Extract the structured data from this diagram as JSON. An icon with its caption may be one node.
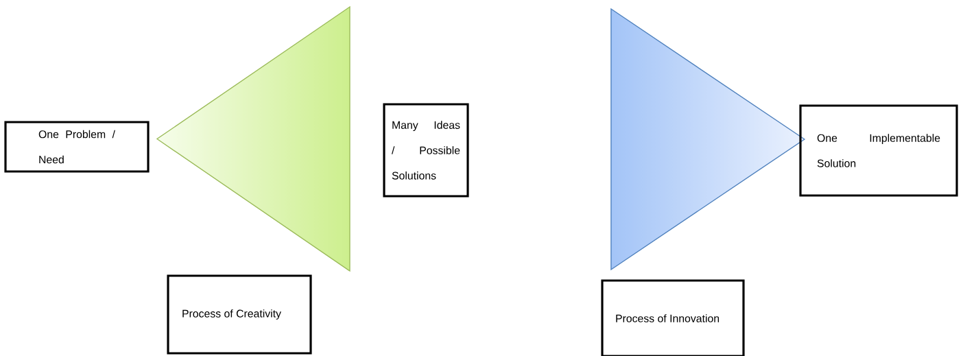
{
  "diagram": {
    "nodes": [
      {
        "text": [
          "One Problem / Need"
        ]
      },
      {
        "text": [],
        "shape": "triangle"
      },
      {
        "text": [
          "Many Ideas / Possible Solutions"
        ]
      },
      {
        "text": [],
        "shape": "triangle"
      },
      {
        "text": [
          "One Implementable Solution"
        ]
      },
      {
        "text": [
          "Process of Creativity"
        ]
      },
      {
        "text": [
          "Process of Innovation"
        ]
      }
    ]
  }
}
